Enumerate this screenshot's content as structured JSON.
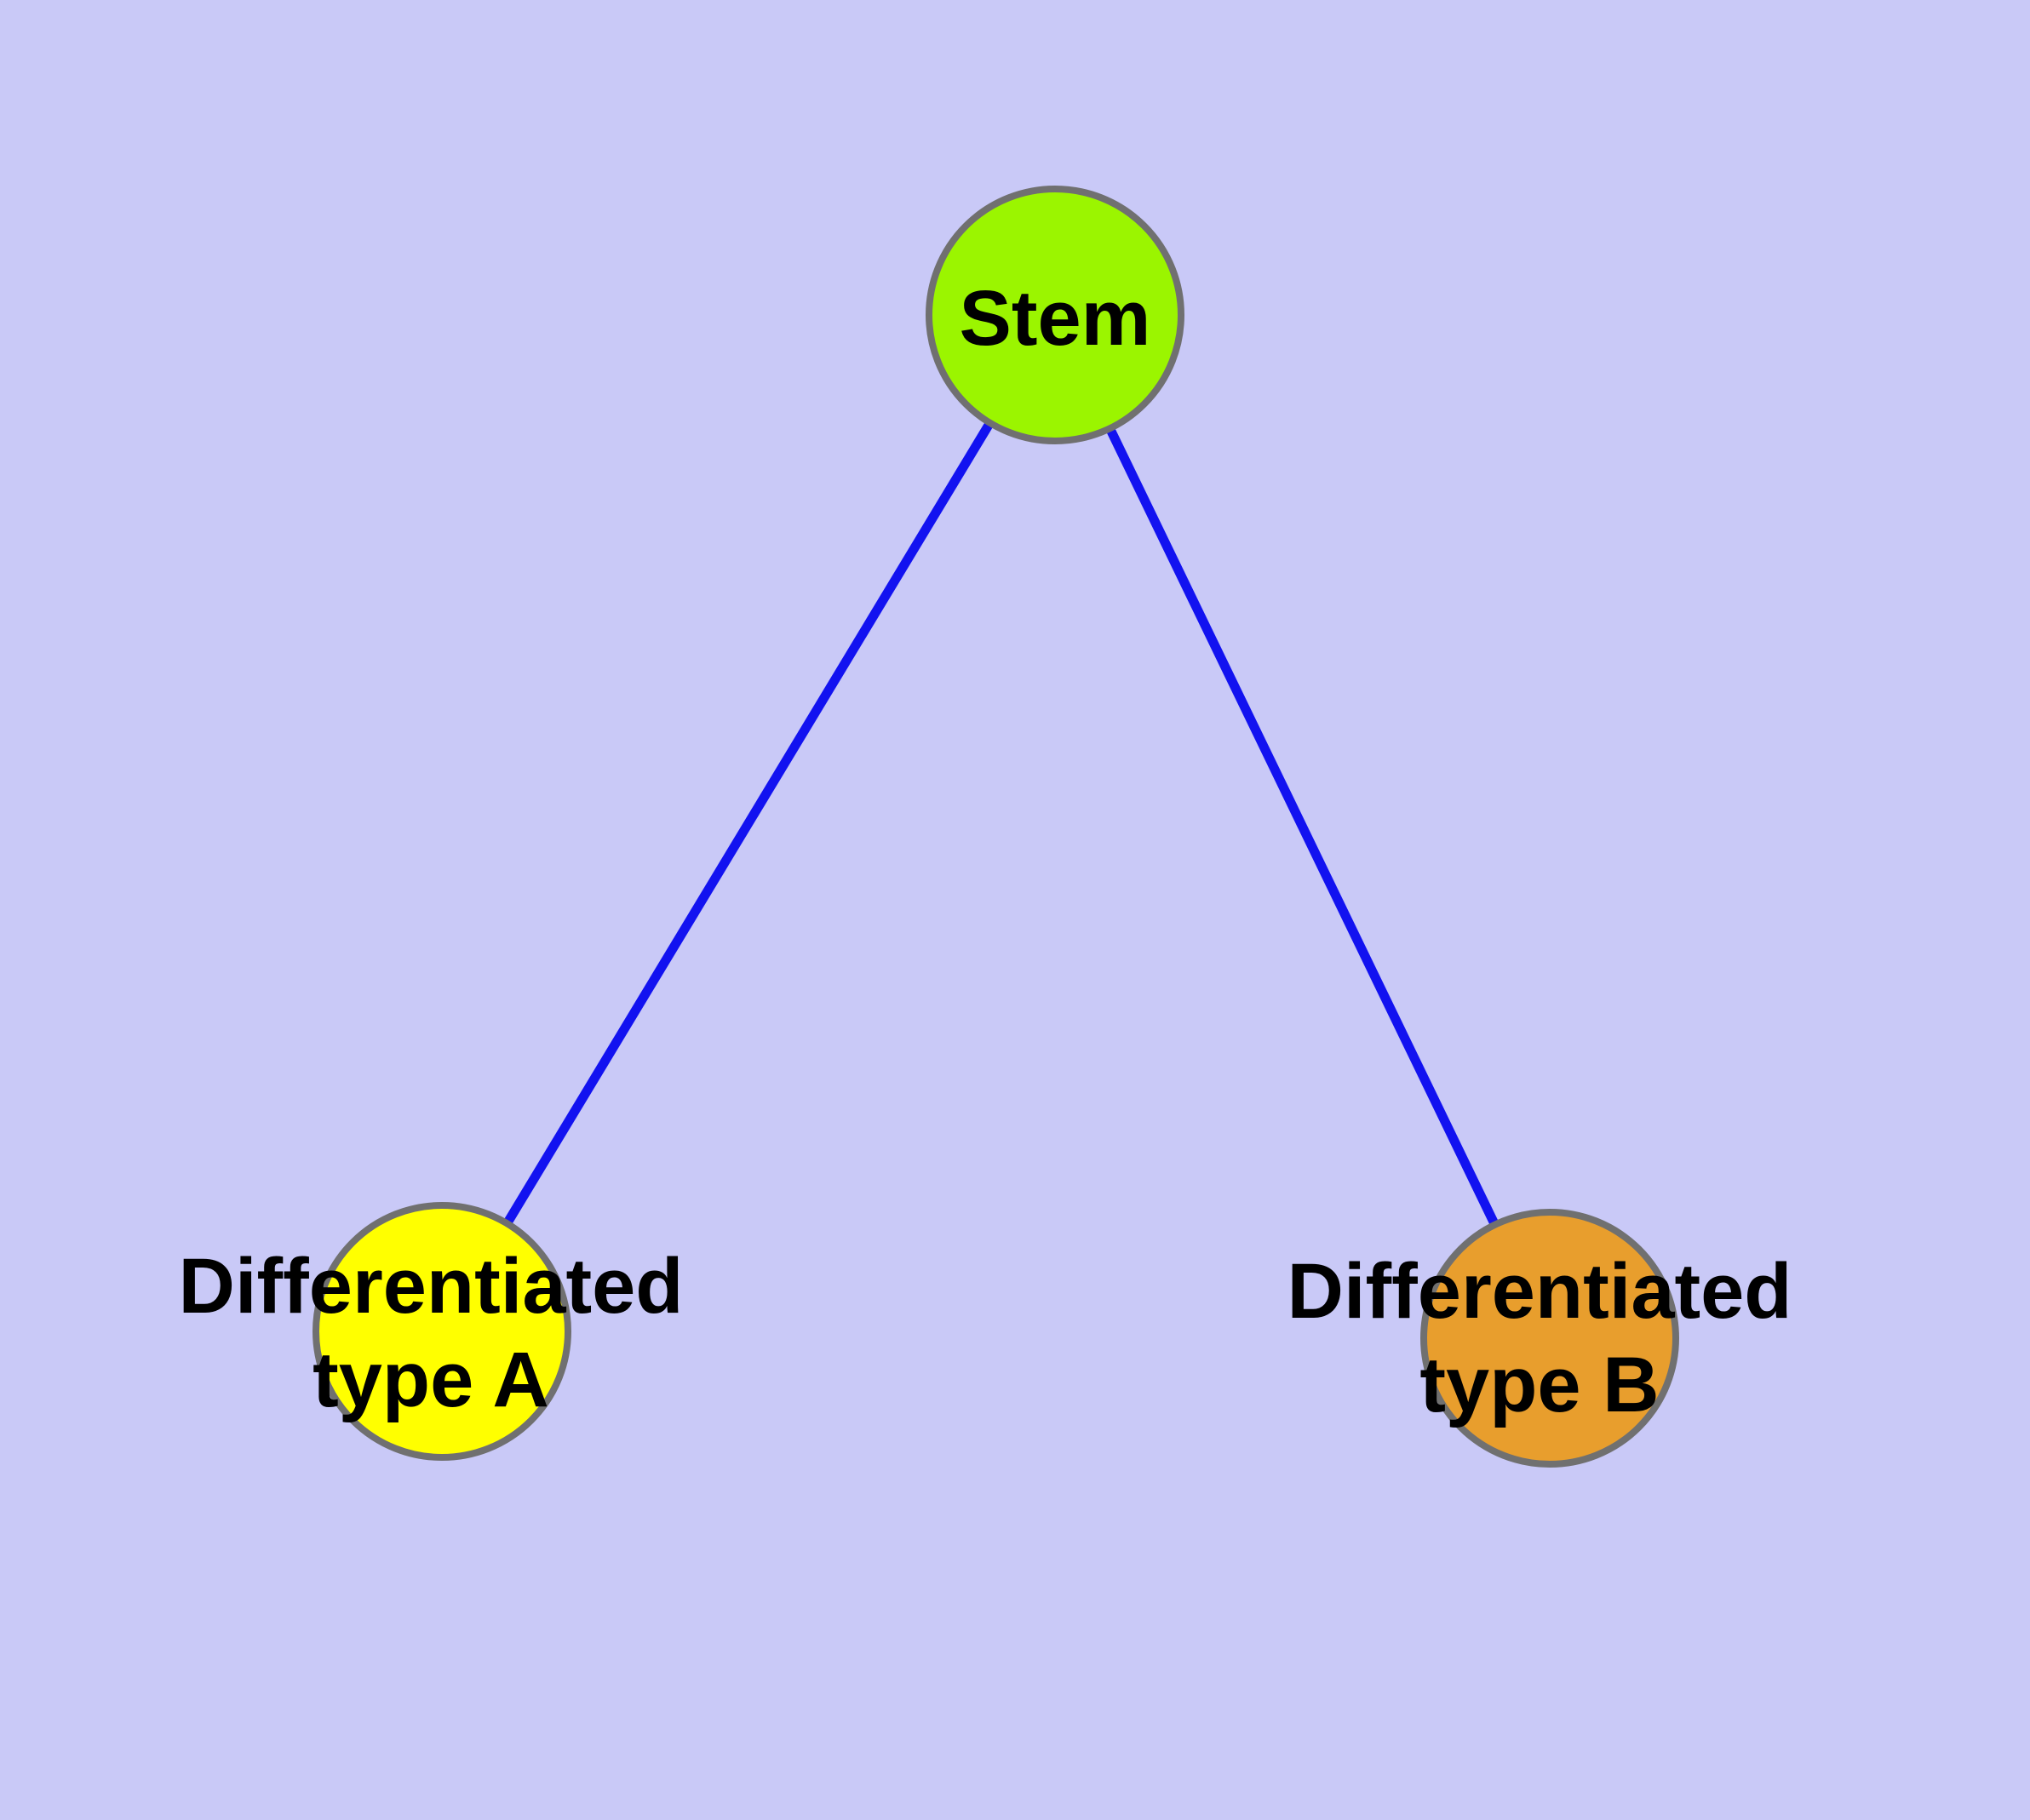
{
  "diagram": {
    "background": "#C9C9F7",
    "colors": {
      "edge": "#1212F0",
      "node_border": "#707070",
      "label_text": "#000000"
    },
    "nodes": {
      "stem": {
        "label": "Stem",
        "fill": "#9BF500"
      },
      "type_a": {
        "label": "Differentiated\ntype A",
        "fill": "#FFFF00"
      },
      "type_b": {
        "label": "Differentiated\ntype B",
        "fill": "#E89E2D"
      }
    },
    "edges": [
      {
        "from": "Stem",
        "to": "Differentiated type A"
      },
      {
        "from": "Stem",
        "to": "Differentiated type B"
      }
    ]
  }
}
